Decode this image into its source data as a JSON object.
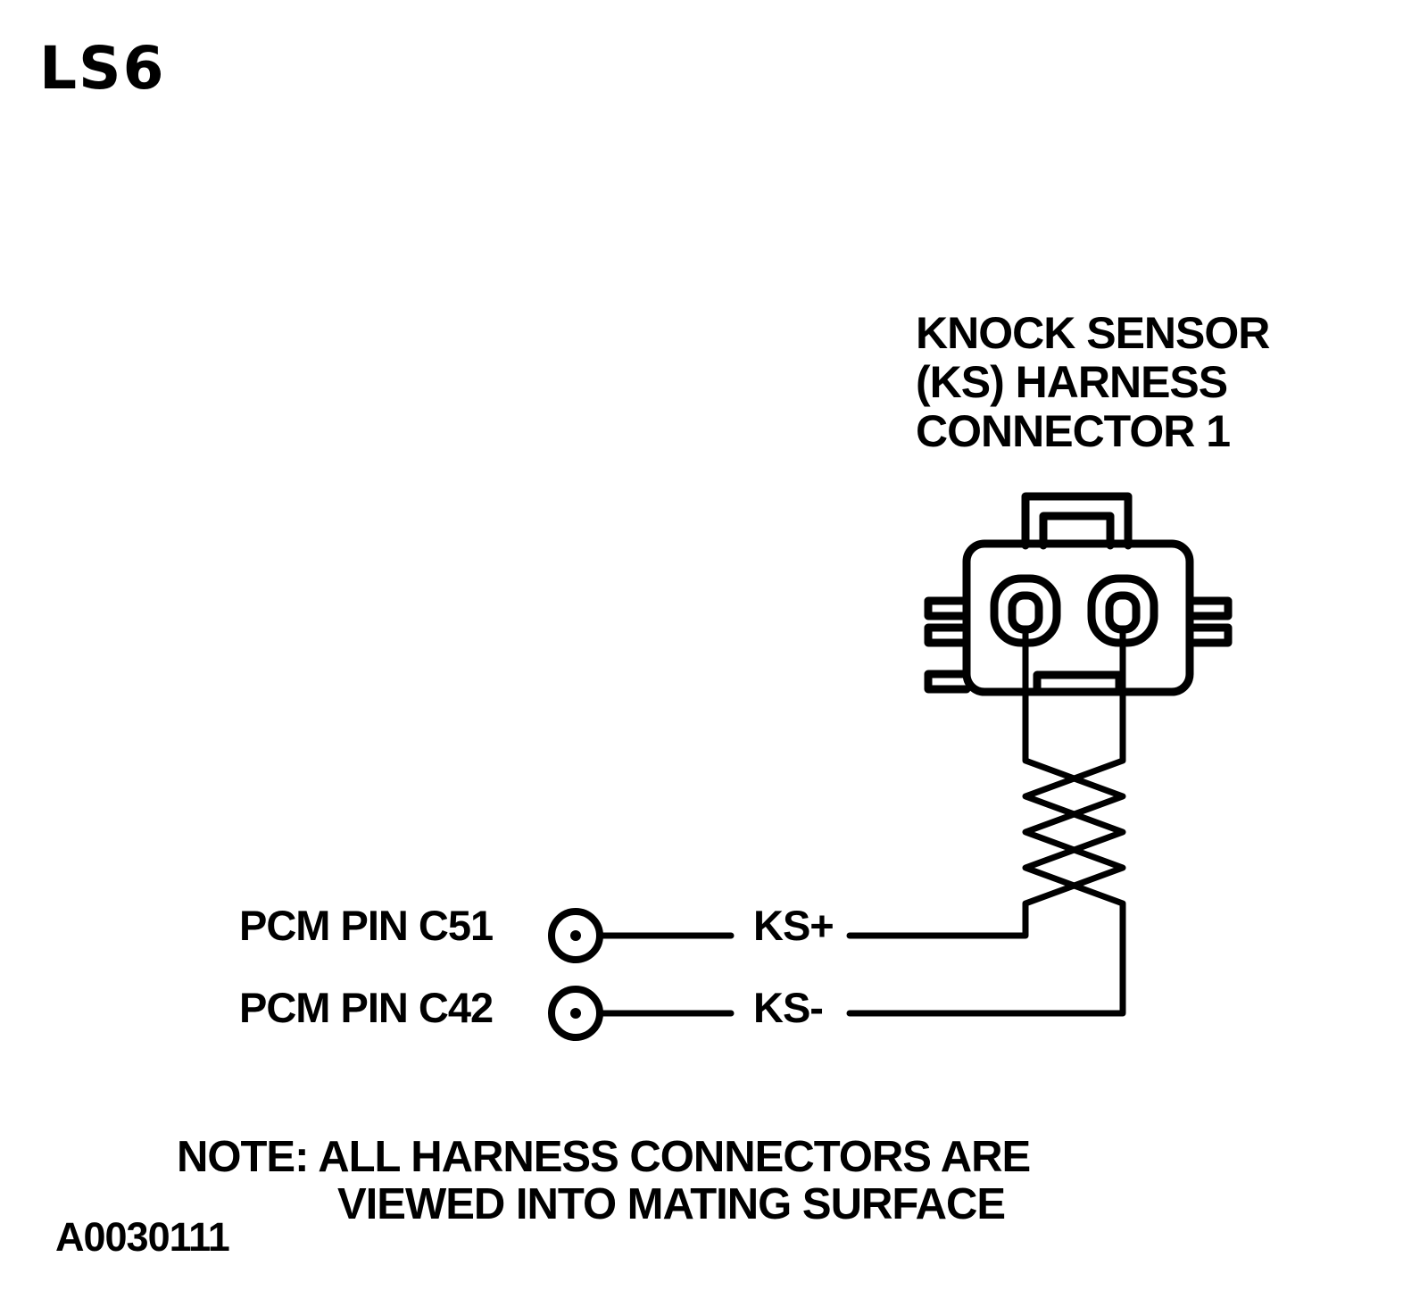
{
  "engine_code": "LS6",
  "connector": {
    "title_lines": [
      "KNOCK SENSOR",
      "(KS) HARNESS",
      "CONNECTOR 1"
    ]
  },
  "pins": [
    {
      "label": "PCM PIN C51",
      "signal": "KS+"
    },
    {
      "label": "PCM PIN C42",
      "signal": "KS-"
    }
  ],
  "note": {
    "line1": "NOTE: ALL HARNESS CONNECTORS ARE",
    "line2": "VIEWED INTO MATING SURFACE"
  },
  "figure_id": "A0030111"
}
